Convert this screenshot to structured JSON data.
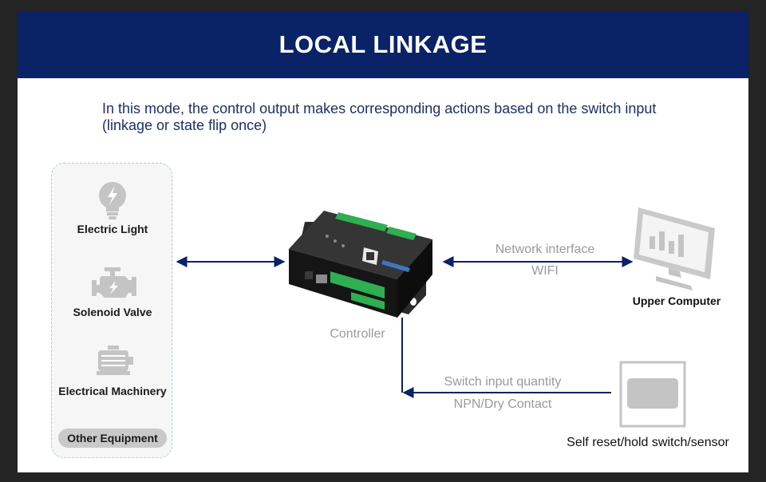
{
  "header": {
    "title": "LOCAL LINKAGE"
  },
  "description": "In this mode, the control output makes corresponding actions based on the switch input (linkage or state flip once)",
  "equipment": {
    "items": [
      {
        "label": "Electric Light",
        "icon": "light-bulb-icon"
      },
      {
        "label": "Solenoid Valve",
        "icon": "engine-icon"
      },
      {
        "label": "Electrical Machinery",
        "icon": "motor-icon"
      }
    ],
    "other_label": "Other Equipment"
  },
  "controller": {
    "label": "Controller"
  },
  "network": {
    "line1": "Network interface",
    "line2": "WIFI"
  },
  "upper_computer": {
    "label": "Upper Computer",
    "icon": "monitor-chart-icon"
  },
  "switch_input": {
    "line1": "Switch input quantity",
    "line2": "NPN/Dry Contact"
  },
  "sensor": {
    "label": "Self reset/hold switch/sensor",
    "icon": "switch-sensor-icon"
  },
  "colors": {
    "header": "#0a2266",
    "arrow": "#0a2266",
    "panel_border": "#a9cdea",
    "icon_gray": "#c4c4c4"
  }
}
